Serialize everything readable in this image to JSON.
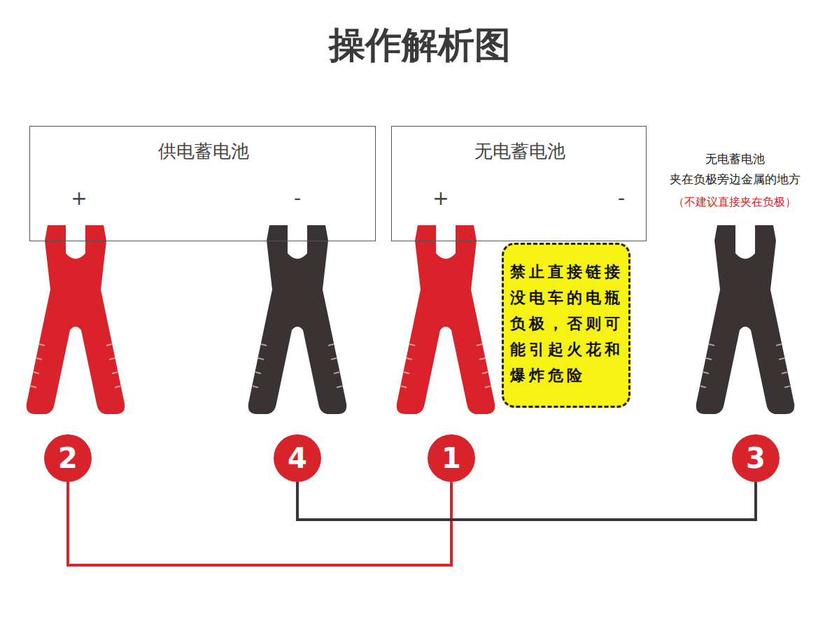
{
  "diagram": {
    "title": "操作解析图",
    "nodes": [
      {
        "text": [
          "供电蓄电池",
          "+",
          "-"
        ]
      },
      {
        "text": [
          "无电蓄电池",
          "+",
          "-"
        ]
      },
      {
        "text": [
          "禁止直接链接没电车的电瓶负极，否则可能引起火花和爆炸危险"
        ]
      },
      {
        "text": [
          "2"
        ]
      },
      {
        "text": [
          "4"
        ]
      },
      {
        "text": [
          "1"
        ]
      },
      {
        "text": [
          "3"
        ]
      }
    ],
    "edges": [
      {
        "from": 3,
        "to": 5,
        "arrow": "none"
      },
      {
        "from": 4,
        "to": 6,
        "arrow": "none"
      }
    ],
    "labels": [
      "无电蓄电池 夹在负极旁边金属的地方",
      "（不建议直接夹在负极）"
    ]
  }
}
